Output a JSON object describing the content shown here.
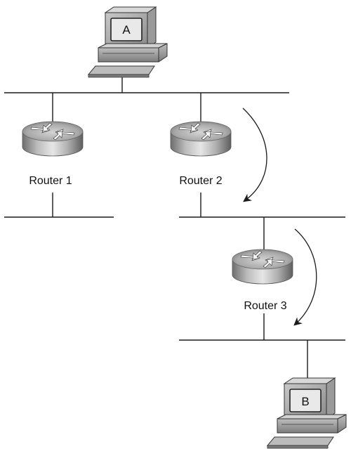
{
  "hosts": {
    "a": {
      "label": "A"
    },
    "b": {
      "label": "B"
    }
  },
  "routers": [
    {
      "label": "Router 1"
    },
    {
      "label": "Router 2"
    },
    {
      "label": "Router 3"
    }
  ]
}
